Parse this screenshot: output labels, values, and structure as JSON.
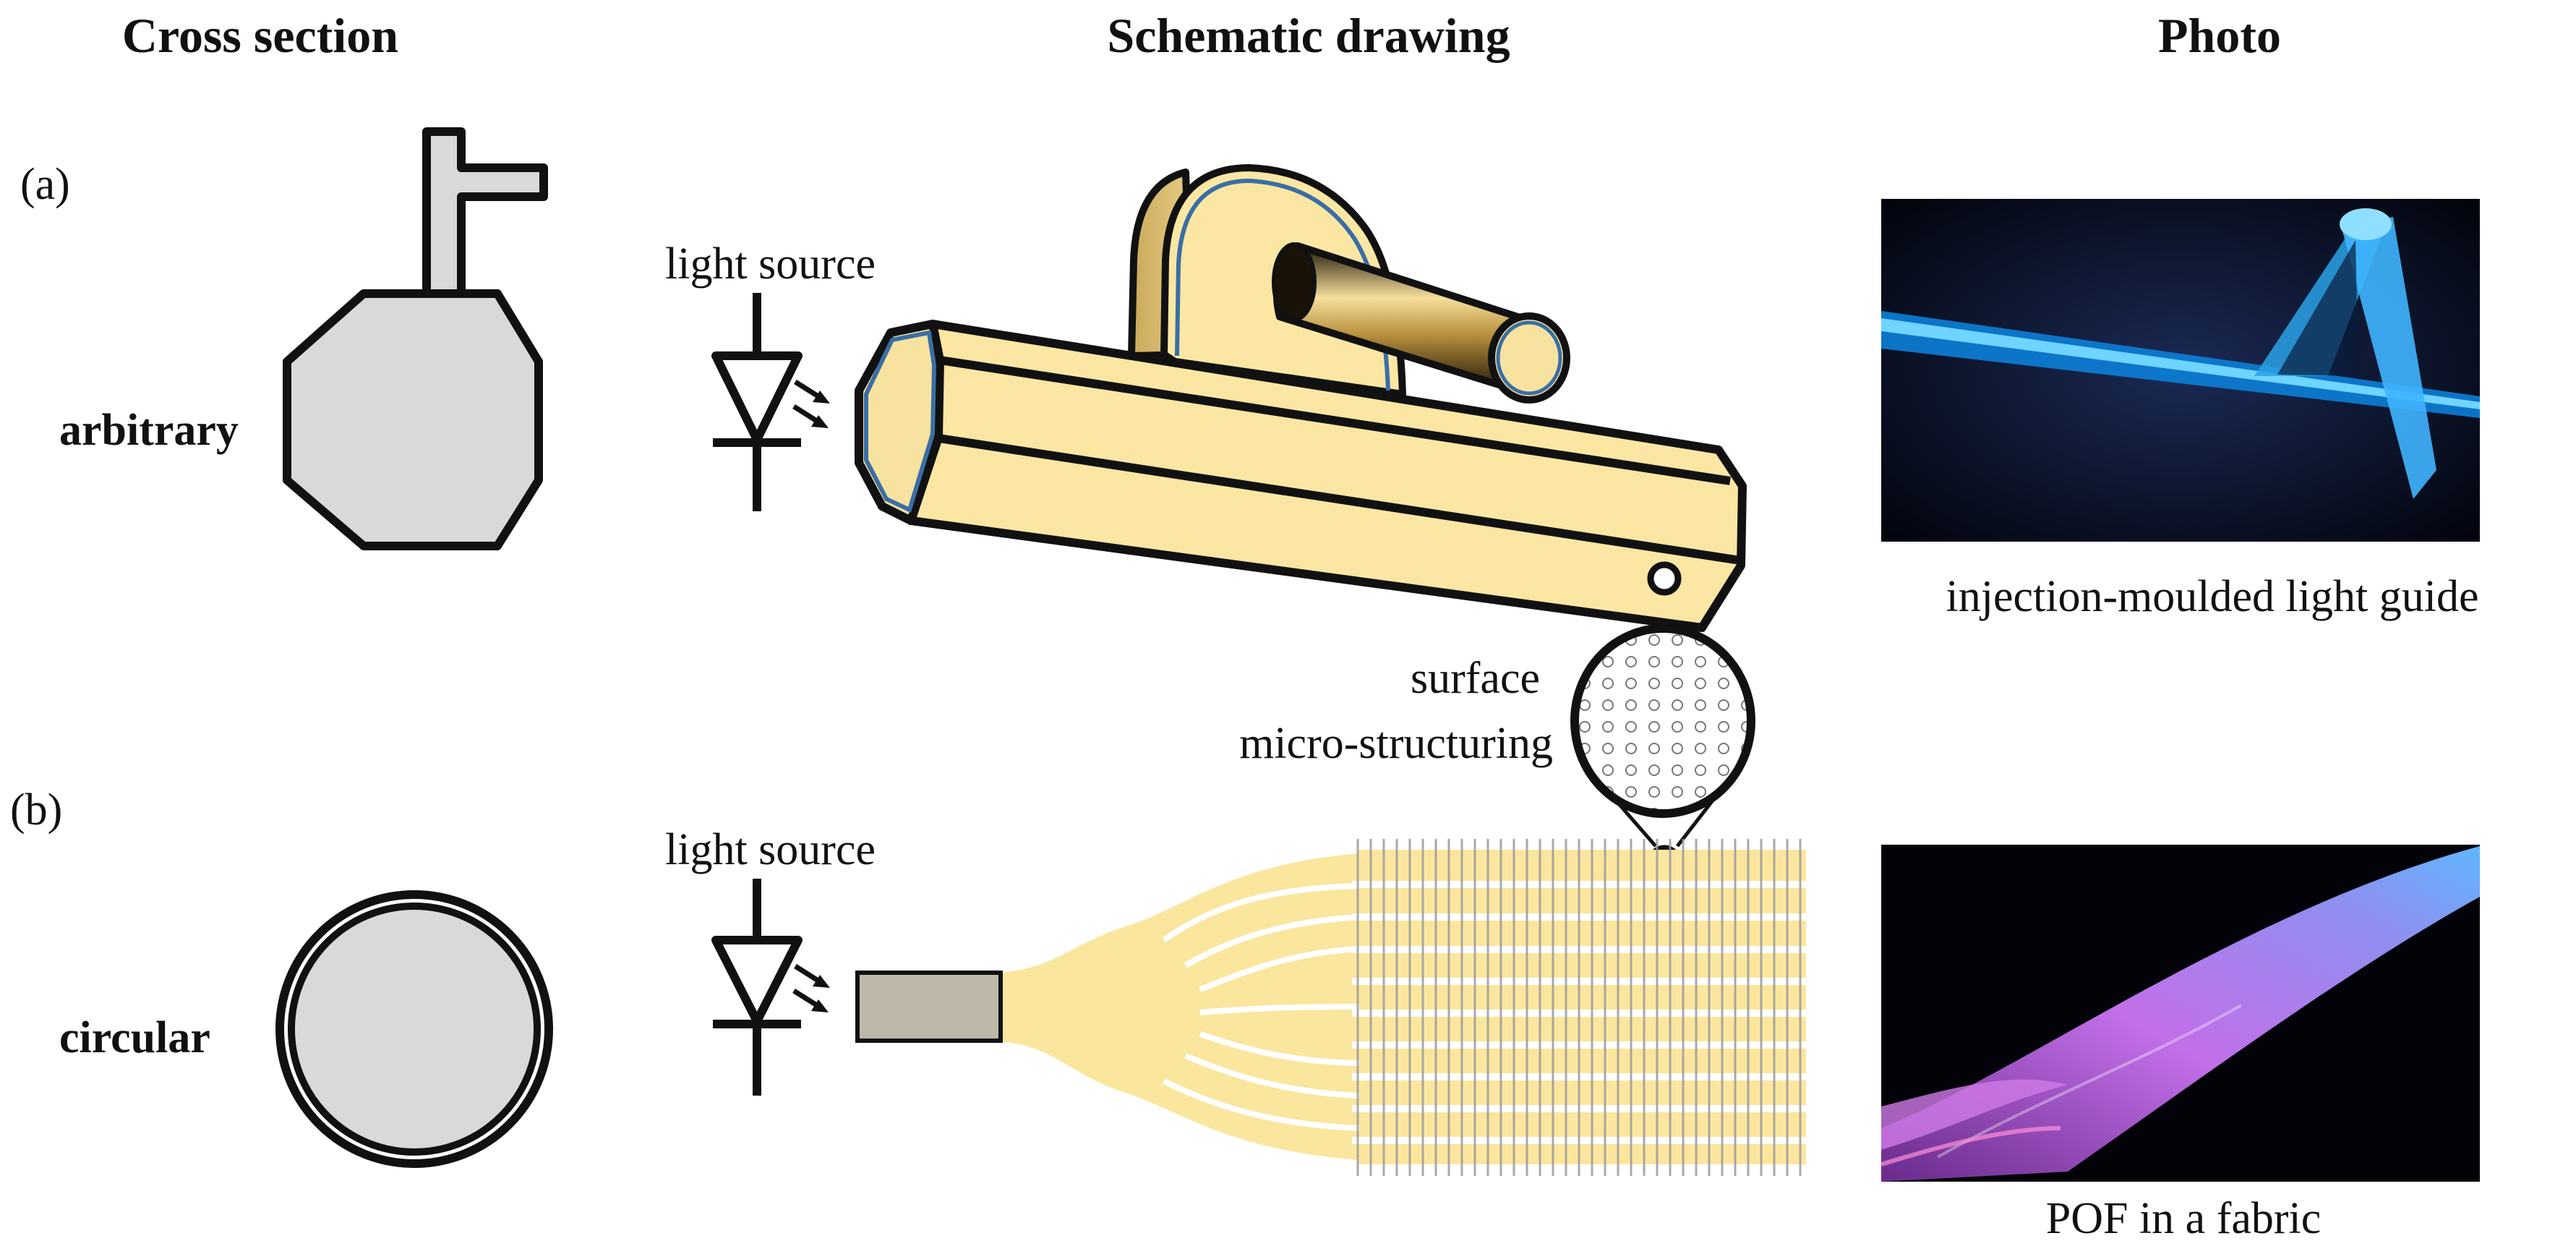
{
  "headers": {
    "cross_section": "Cross section",
    "schematic": "Schematic drawing",
    "photo": "Photo"
  },
  "rows": {
    "a": {
      "tag": "(a)",
      "shape_label": "arbitrary",
      "light_source_label": "light source",
      "photo_caption": "injection-moulded light guide"
    },
    "b": {
      "tag": "(b)",
      "shape_label": "circular",
      "light_source_label": "light source",
      "photo_caption": "POF in a fabric"
    }
  },
  "detail": {
    "label_line1": "surface",
    "label_line2": "micro-structuring"
  },
  "colors": {
    "guide_fill": "#fbe7a3",
    "guide_end": "#f7e2a0",
    "outline": "#111111",
    "edge_blue": "#3a6ea5",
    "section_gray": "#d9d9d9",
    "coupler_gray": "#bdb8a8",
    "fiber_yellow": "#fbe69e",
    "photo_a_glow": "#19a8ff",
    "photo_b_glow": "#b45cff"
  }
}
